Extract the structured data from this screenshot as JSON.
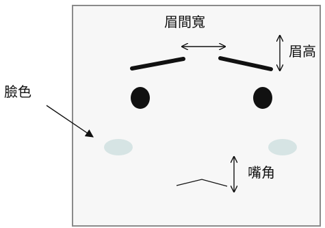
{
  "labels": {
    "brow_gap": "眉間寬",
    "brow_height": "眉高",
    "face_color": "臉色",
    "mouth_corner": "嘴角"
  },
  "colors": {
    "frame_fill": "#f7f7f7",
    "frame_stroke": "#8a8a8a",
    "ink": "#111111",
    "cheek": "#d6e4e4"
  }
}
